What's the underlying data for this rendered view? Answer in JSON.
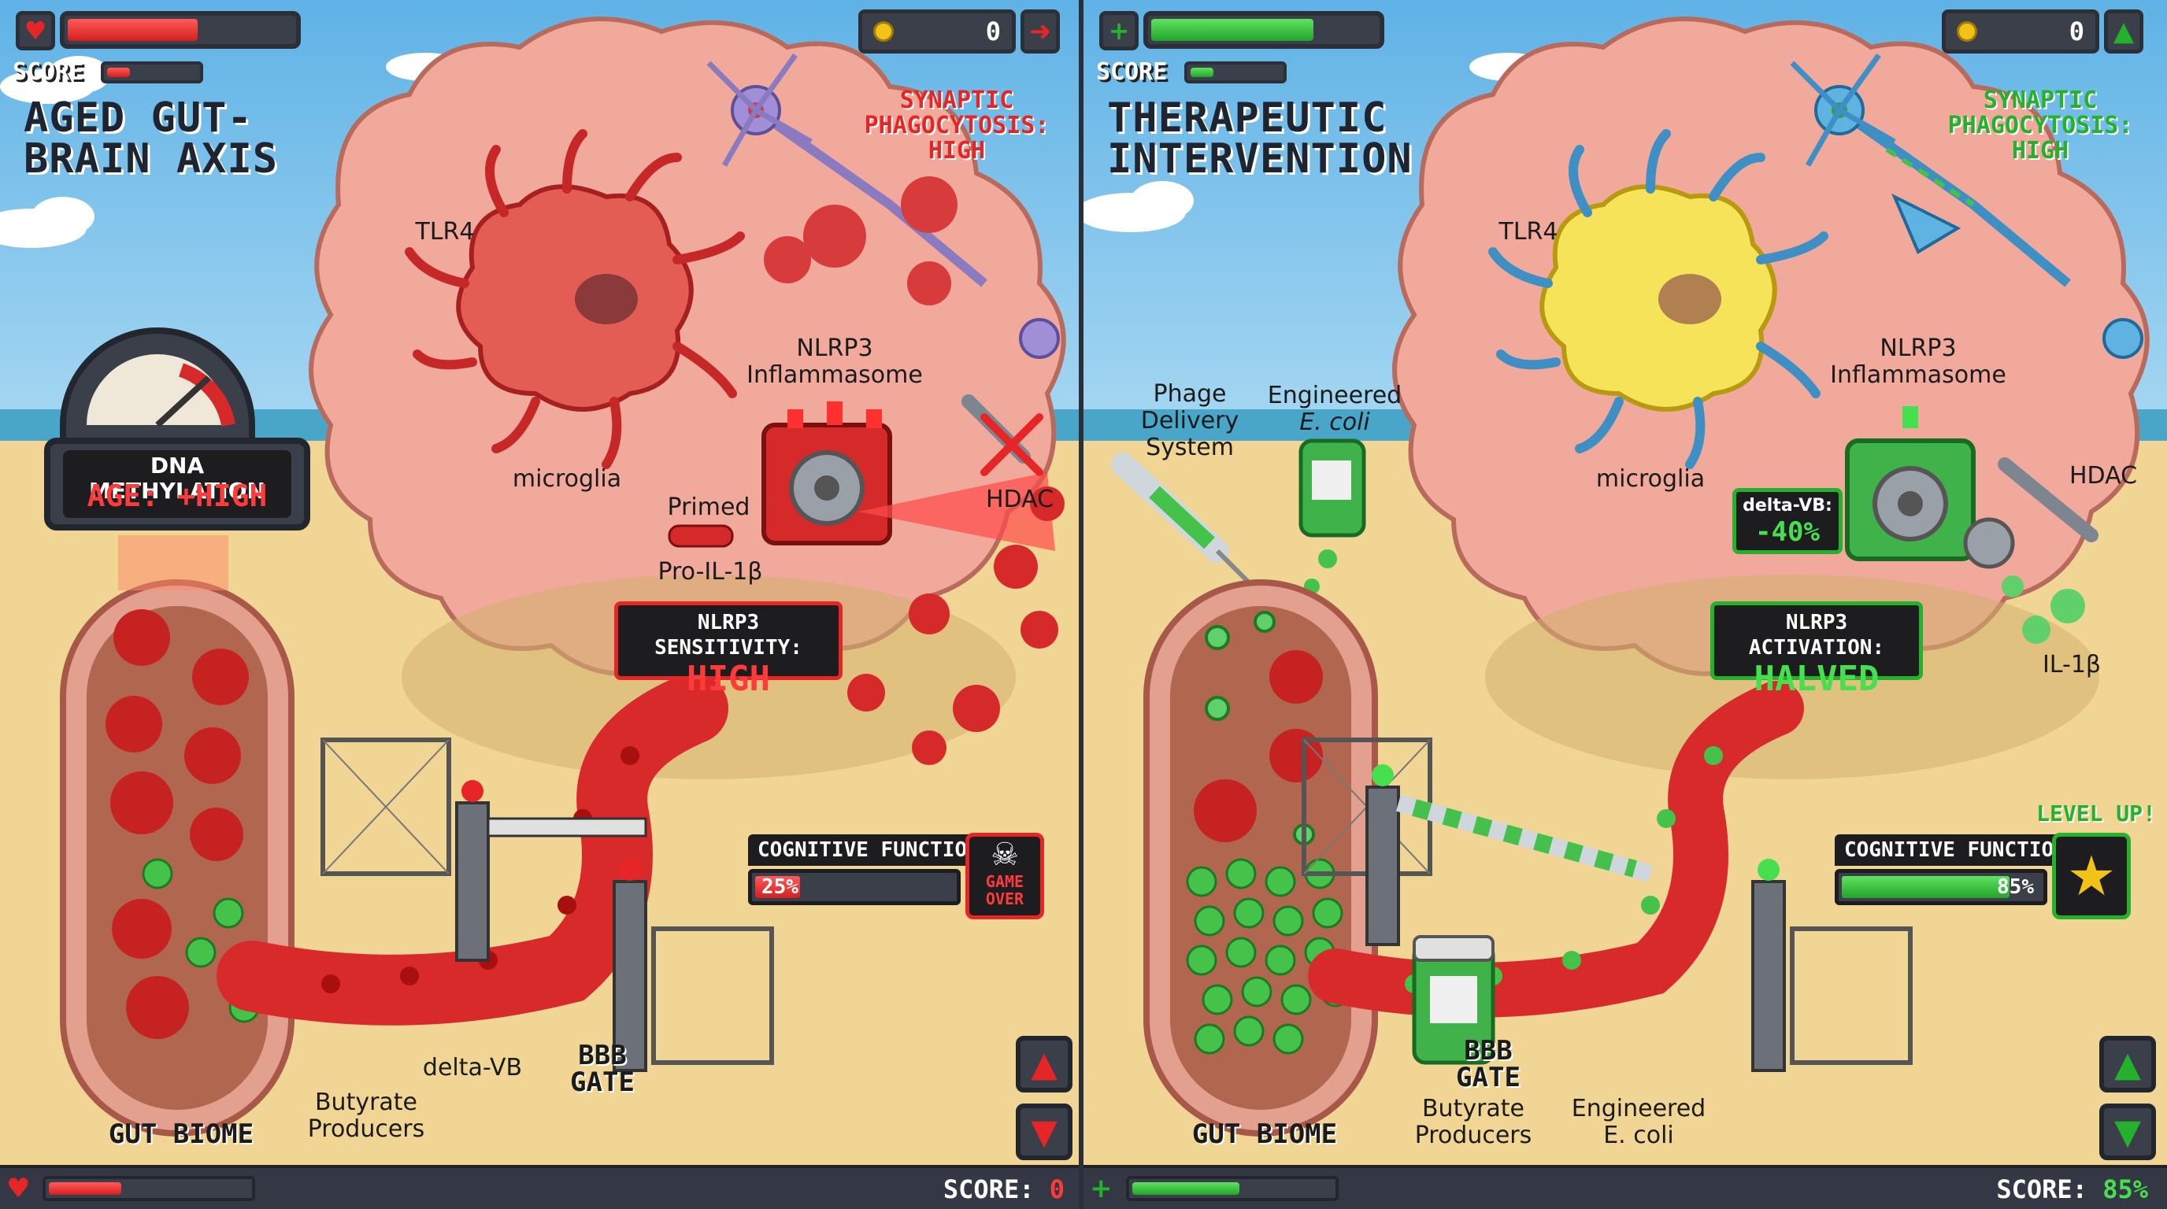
{
  "left": {
    "title": "AGED GUT-\nBRAIN AXIS",
    "score_label": "SCORE",
    "coins": "0",
    "gauge": {
      "title": "DNA METHYLATION",
      "value": "AGE: +HIGH"
    },
    "labels": {
      "tlr4": "TLR4",
      "microglia": "microglia",
      "nlrp3": "NLRP3\nInflammasome",
      "primed": "Primed",
      "pro_il": "Pro-IL-1β",
      "hdac": "HDAC",
      "synaptic": "SYNAPTIC\nPHAGOCYTOSIS:\nHIGH",
      "delta_vb": "delta-VB",
      "bbb_gate": "BBB\nGATE",
      "gut_biome": "GUT BIOME",
      "butyrate": "Butyrate\nProducers"
    },
    "status": {
      "title": "NLRP3 SENSITIVITY:",
      "value": "HIGH"
    },
    "cognitive": {
      "title": "COGNITIVE FUNCTION",
      "value": "25%",
      "fraction": 0.25
    },
    "game_over": "GAME\nOVER",
    "bottom": {
      "score_label": "SCORE:",
      "score_value": "0",
      "health_fraction": 0.38
    },
    "colors": {
      "accent": "#e62626"
    }
  },
  "right": {
    "title": "THERAPEUTIC\nINTERVENTION",
    "score_label": "SCORE",
    "coins": "0",
    "labels": {
      "tlr4": "TLR4",
      "microglia": "microglia",
      "nlrp3": "NLRP3\nInflammasome",
      "hdac": "HDAC",
      "synaptic": "SYNAPTIC\nPHAGOCYTOSIS:\nHIGH",
      "phage": "Phage\nDelivery\nSystem",
      "engineered_top": "Engineered",
      "engineered_top_italic": "E. coli",
      "delta_vb": "delta-VB:",
      "delta_vb_value": "-40%",
      "il1b": "IL-1β",
      "bbb_gate": "BBB\nGATE",
      "gut_biome": "GUT BIOME",
      "butyrate": "Butyrate\nProducers",
      "engineered_bottom": "Engineered\nE. coli",
      "level_up": "LEVEL UP!"
    },
    "status": {
      "title": "NLRP3 ACTIVATION:",
      "value": "HALVED"
    },
    "cognitive": {
      "title": "COGNITIVE FUNCTION",
      "value": "85%",
      "fraction": 0.85
    },
    "bottom": {
      "score_label": "SCORE:",
      "score_value": "85%",
      "health_fraction": 0.55
    },
    "colors": {
      "accent": "#24b12b"
    }
  },
  "icons": {
    "heart": "heart-icon",
    "plus": "plus-icon",
    "coin": "coin-icon",
    "arrow_right": "arrow-right-icon",
    "arrow_up": "arrow-up-icon",
    "arrow_down": "arrow-down-icon",
    "skull": "skull-icon",
    "star": "star-icon"
  }
}
